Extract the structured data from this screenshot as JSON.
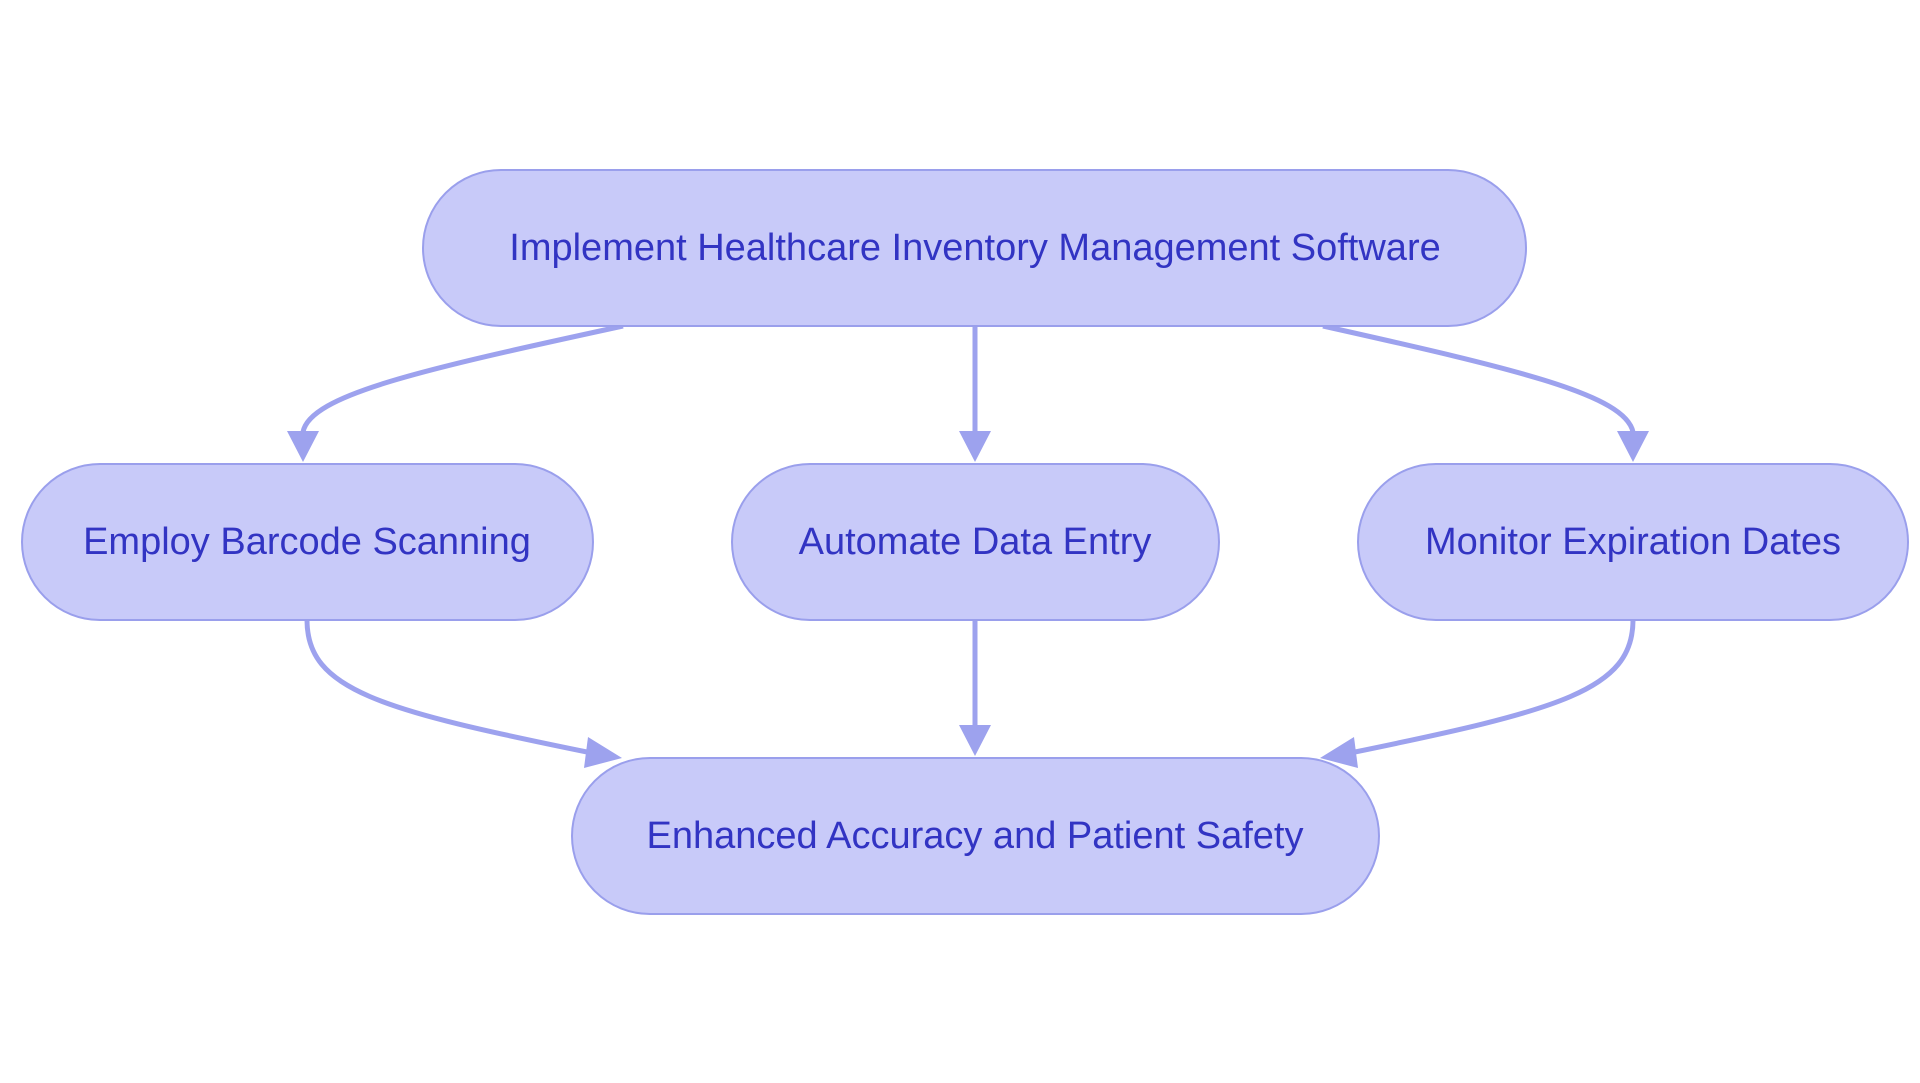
{
  "diagram": {
    "nodes": {
      "implement": {
        "label": "Implement Healthcare Inventory Management Software"
      },
      "barcode": {
        "label": "Employ Barcode Scanning"
      },
      "automate": {
        "label": "Automate Data Entry"
      },
      "monitor": {
        "label": "Monitor Expiration Dates"
      },
      "outcome": {
        "label": "Enhanced Accuracy and Patient Safety"
      }
    },
    "edges": [
      {
        "from": "implement",
        "to": "barcode"
      },
      {
        "from": "implement",
        "to": "automate"
      },
      {
        "from": "implement",
        "to": "monitor"
      },
      {
        "from": "barcode",
        "to": "outcome"
      },
      {
        "from": "automate",
        "to": "outcome"
      },
      {
        "from": "monitor",
        "to": "outcome"
      }
    ],
    "colors": {
      "node_fill": "#c8caf9",
      "node_stroke": "#9a9fec",
      "edge": "#9da2ee",
      "text": "#3234c3",
      "background": "#ffffff"
    }
  }
}
